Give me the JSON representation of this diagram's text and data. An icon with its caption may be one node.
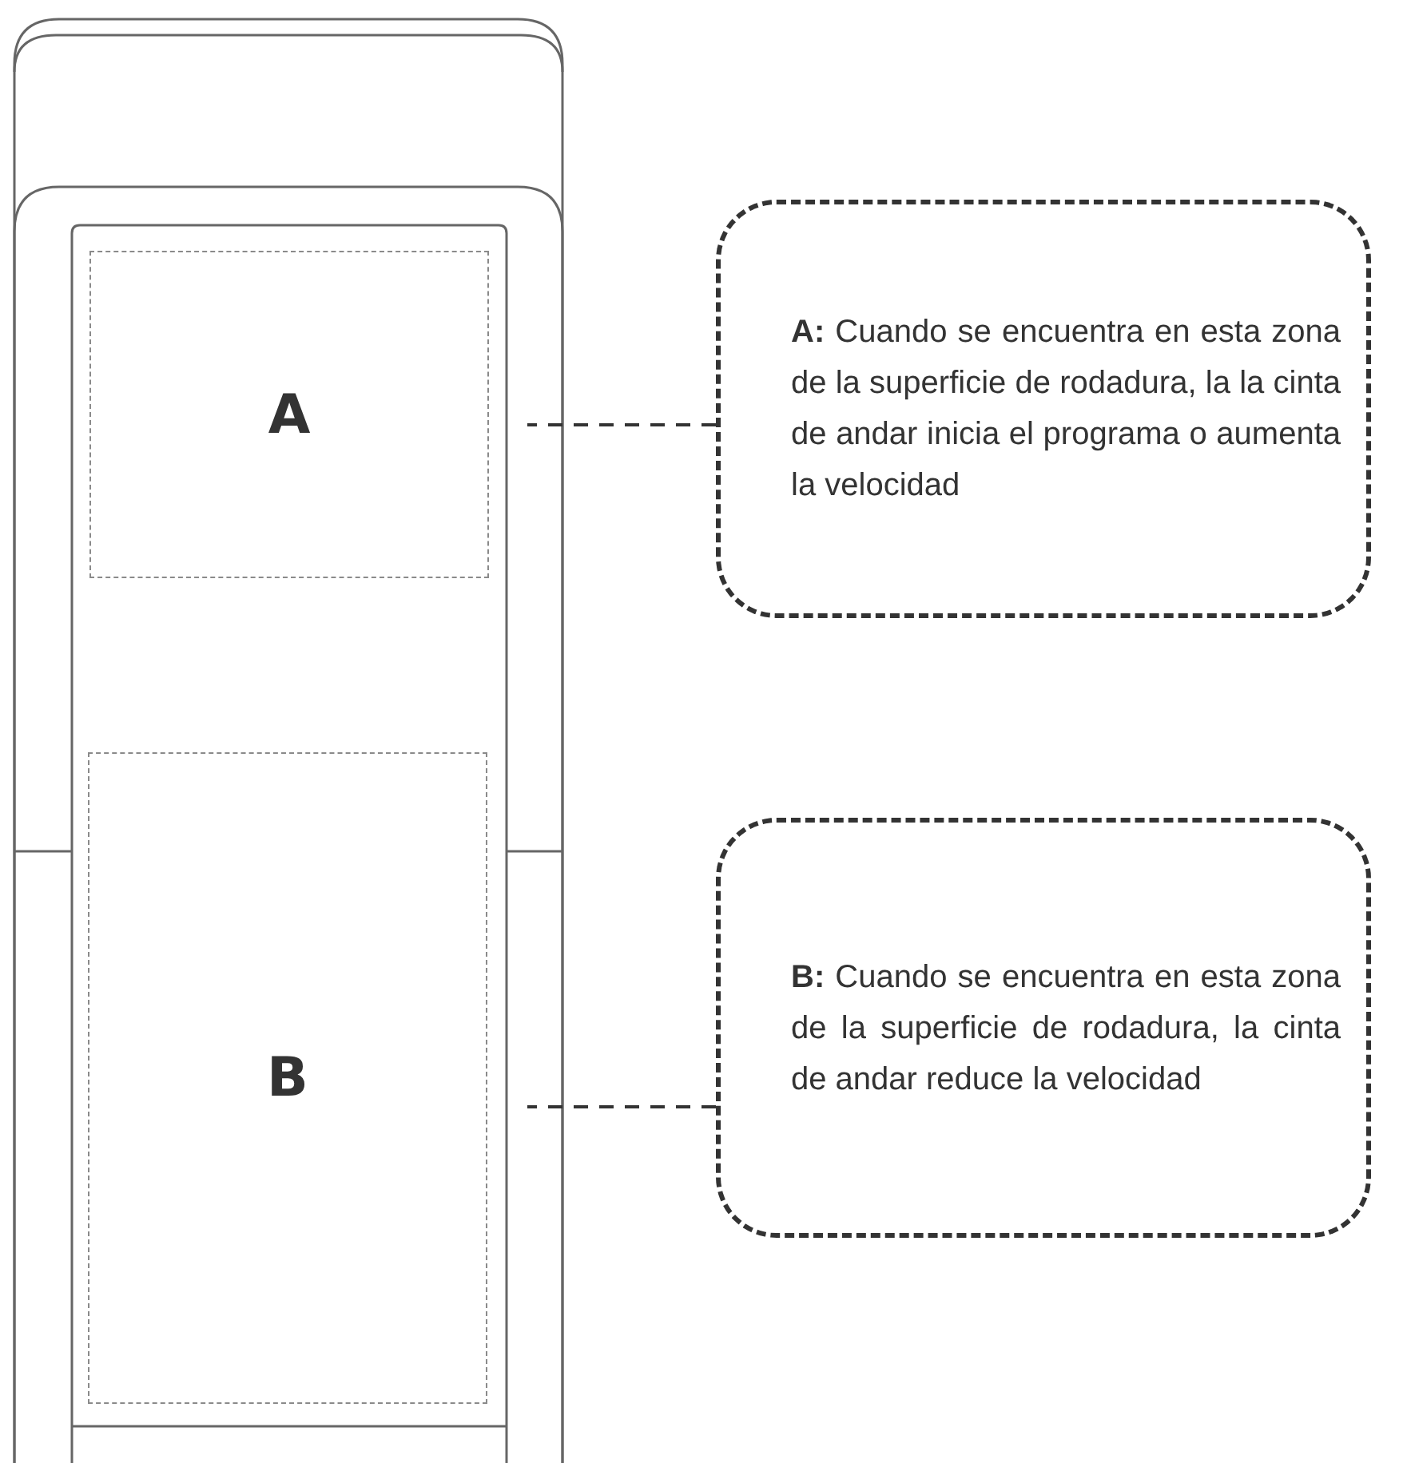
{
  "diagram": {
    "nodes": [
      {
        "text": [
          "A"
        ]
      },
      {
        "text": [
          "**A:** Cuando se encuentra en esta zona de la superficie de rodadura, la la cinta de andar inicia el programa o aumenta la velocidad"
        ]
      },
      {
        "text": [
          "B"
        ]
      },
      {
        "text": [
          "**B:** Cuando se encuentra en esta zona de la superficie de rodadura, la cinta de andar reduce la velocidad"
        ]
      }
    ],
    "edges": [
      {
        "from": 1,
        "to": 0,
        "arrow": "none",
        "style": "dashed"
      },
      {
        "from": 3,
        "to": 2,
        "arrow": "none",
        "style": "dashed"
      }
    ]
  }
}
